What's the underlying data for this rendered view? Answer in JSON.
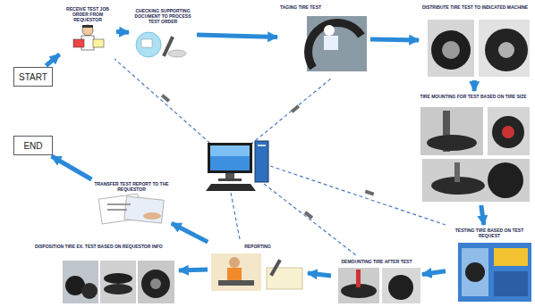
{
  "diagram": {
    "nodes": [
      {
        "text": [
          "START"
        ]
      },
      {
        "text": [
          "RECEIVE TEST JOB ORDER FROM REQUESTOR"
        ]
      },
      {
        "text": [
          "CHECKING SUPPORTING DOCUMENT TO PROCESS TEST ORDER"
        ]
      },
      {
        "text": [
          "TAGING TIRE TEST"
        ]
      },
      {
        "text": [
          "DISTRIBUTE TIRE TEST TO INDICATED MACHINE"
        ]
      },
      {
        "text": [
          "TIRE MOUNTING FOR TEST BASED ON TIRE SIZE"
        ]
      },
      {
        "text": [
          "TESTING TIRE BASED ON TEST REQUEST"
        ]
      },
      {
        "text": [
          "DEMOUNTING TIRE AFTER TEST"
        ]
      },
      {
        "text": [
          "REPORTING"
        ]
      },
      {
        "text": [
          "DISPOSITION TIRE EX. TEST BASED ON REQUESTOR INFO"
        ]
      },
      {
        "text": [
          "TRANSFER TEST REPORT TO THE REQUESTOR"
        ]
      },
      {
        "text": [
          "END"
        ]
      }
    ],
    "edges": [
      {
        "from": 0,
        "to": 1,
        "arrow": "to"
      },
      {
        "from": 1,
        "to": 2,
        "arrow": "to"
      },
      {
        "from": 2,
        "to": 3,
        "arrow": "to"
      },
      {
        "from": 3,
        "to": 4,
        "arrow": "to"
      },
      {
        "from": 4,
        "to": 5,
        "arrow": "to"
      },
      {
        "from": 5,
        "to": 6,
        "arrow": "to"
      },
      {
        "from": 6,
        "to": 7,
        "arrow": "to"
      },
      {
        "from": 7,
        "to": 8,
        "arrow": "to"
      },
      {
        "from": 8,
        "to": 9,
        "arrow": "to"
      },
      {
        "from": 8,
        "to": 10,
        "arrow": "to"
      },
      {
        "from": 10,
        "to": 11,
        "arrow": "to"
      }
    ]
  }
}
